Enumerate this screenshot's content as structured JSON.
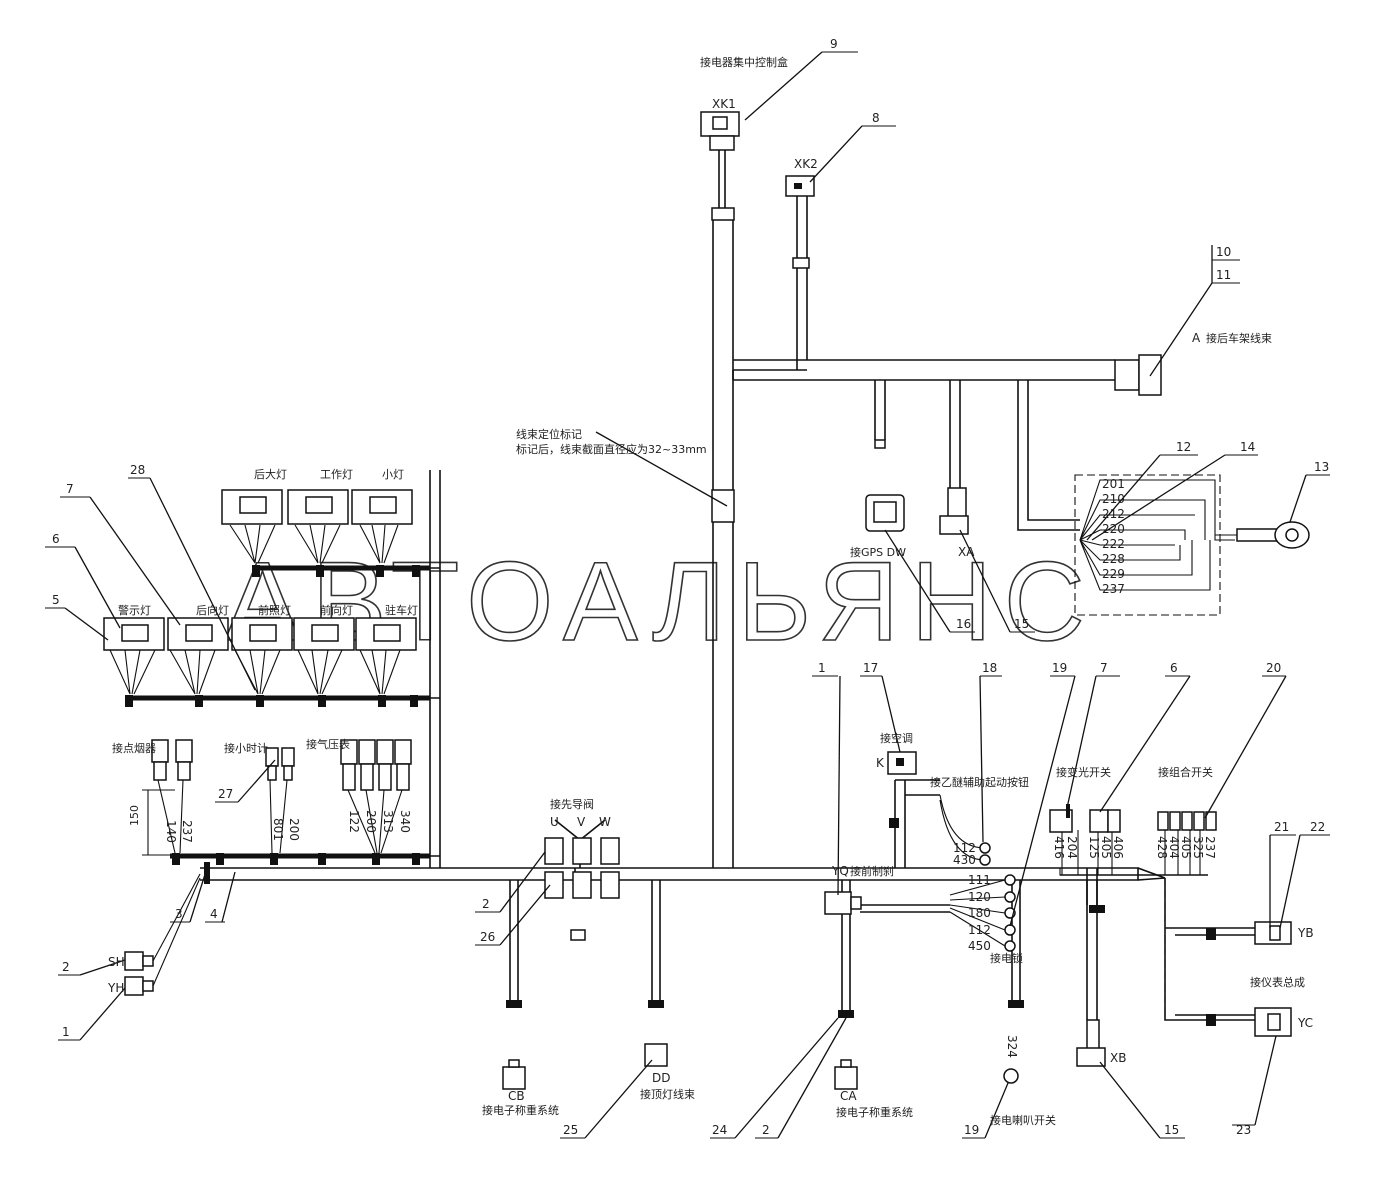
{
  "watermark": "АВТОАЛЬЯНС",
  "connectors": {
    "xk1": "XK1",
    "xk2": "XK2",
    "sh": "SH",
    "yh": "YH",
    "cb": "CB",
    "dd": "DD",
    "ca": "CA",
    "xb": "XB",
    "yb": "YB",
    "yc": "YC",
    "yq": "YQ",
    "k": "K",
    "xa": "XA",
    "a": "A",
    "u": "U",
    "v": "V",
    "w": "W"
  },
  "captions": {
    "xk1": "接电器集中控制盒",
    "a": "接后车架线束",
    "marker_line1": "线束定位标记",
    "marker_line2": "标记后，线束截面直径应为32~33mm",
    "gps": "接GPS DW",
    "lamp_rear_big": "后大灯",
    "lamp_work": "工作灯",
    "lamp_small": "小灯",
    "lamp_warn": "警示灯",
    "lamp_rear_turn": "后向灯",
    "lamp_front_light": "前照灯",
    "lamp_front_turn": "前向灯",
    "lamp_side": "驻车灯",
    "cig": "接点烟器",
    "hour": "接小时计",
    "air": "接气压表",
    "pilot_valve": "接先导阀",
    "ac": "接空调",
    "ether": "接乙醚辅助起动按钮",
    "front_brake": "接前制刹",
    "elec_lock": "接电锁",
    "light_switch": "接变光开关",
    "combo_switch": "接组合开关",
    "instrument": "接仪表总成",
    "cb": "接电子称重系统",
    "dd": "接顶灯线束",
    "ca": "接电子称重系统",
    "horn": "接电喇叭开关",
    "dim150": "150"
  },
  "wire_codes": {
    "terminal": [
      "201",
      "210",
      "212",
      "220",
      "222",
      "228",
      "229",
      "237"
    ],
    "cig": [
      "140",
      "237"
    ],
    "hour": [
      "801",
      "200"
    ],
    "air": [
      "122",
      "200",
      "313",
      "340"
    ],
    "ether": [
      "112",
      "430"
    ],
    "lock": [
      "111",
      "120",
      "180",
      "112",
      "450"
    ],
    "light_switch": [
      "416",
      "204",
      "125",
      "405",
      "406"
    ],
    "combo_switch": [
      "428",
      "404",
      "405",
      "325",
      "237"
    ],
    "horn": "324"
  },
  "callouts": {
    "n9": "9",
    "n8": "8",
    "n10": "10",
    "n11": "11",
    "n12": "12",
    "n13": "13",
    "n14": "14",
    "n16": "16",
    "n15a": "15",
    "n28": "28",
    "n7a": "7",
    "n6a": "6",
    "n5": "5",
    "n27": "27",
    "n1a": "1",
    "n17": "17",
    "n18": "18",
    "n19a": "19",
    "n7b": "7",
    "n6b": "6",
    "n20": "20",
    "n21": "21",
    "n22": "22",
    "n2a": "2",
    "n26": "26",
    "n3": "3",
    "n4": "4",
    "n2b": "2",
    "n1b": "1",
    "n25": "25",
    "n24": "24",
    "n2c": "2",
    "n19b": "19",
    "n15b": "15",
    "n23": "23"
  }
}
